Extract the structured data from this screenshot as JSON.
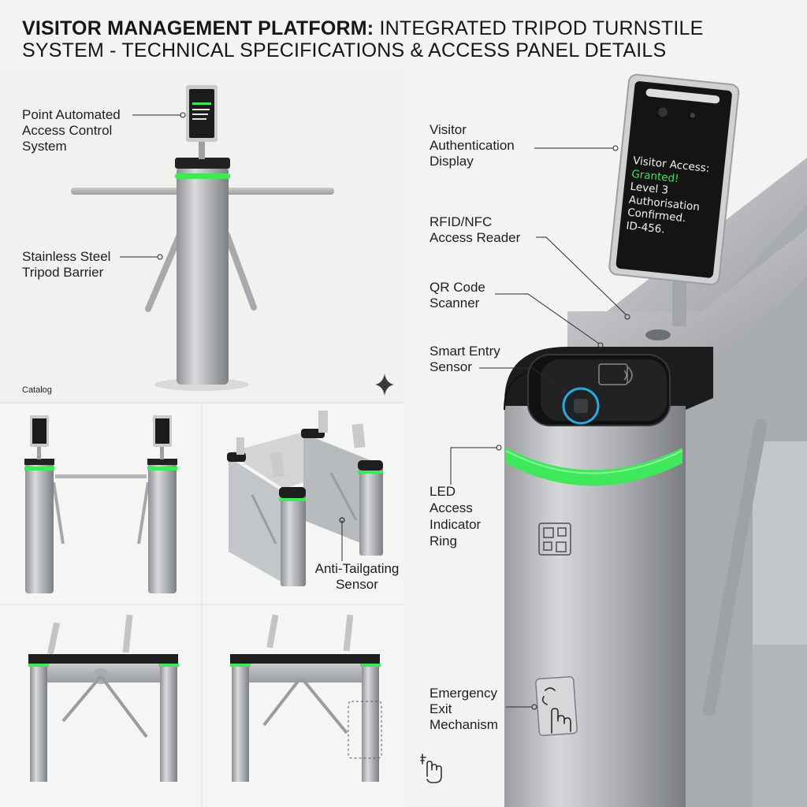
{
  "title": {
    "bold": "VISITOR MANAGEMENT PLATFORM:",
    "rest": " INTEGRATED TRIPOD TURNSTILE",
    "line2": "SYSTEM - TECHNICAL SPECIFICATIONS & ACCESS PANEL DETAILS"
  },
  "labels": {
    "point_automated": [
      "Point Automated",
      "Access Control",
      "System"
    ],
    "stainless": [
      "Stainless Steel",
      "Tripod Barrier"
    ],
    "catalog": "Catalog",
    "anti_tailgating": [
      "Anti-Tailgating",
      "Sensor"
    ],
    "visitor_auth": [
      "Visitor",
      "Authentication",
      "Display"
    ],
    "rfid": [
      "RFID/NFC",
      "Access Reader"
    ],
    "qr": [
      "QR Code",
      "Scanner"
    ],
    "smart_entry": [
      "Smart Entry",
      "Sensor"
    ],
    "led": [
      "LED",
      "Access",
      "Indicator",
      "Ring"
    ],
    "emergency": [
      "Emergency",
      "Exit",
      "Mechanism"
    ]
  },
  "display": {
    "line1": "Visitor Access:",
    "status": "Granted!",
    "line3": "Level 3",
    "line4": "Authorisation",
    "line5": "Confirmed.",
    "line6": "ID-456."
  },
  "colors": {
    "led_green": "#3ee85a",
    "steel": "#b7babd",
    "panel_black": "#1a1a1a",
    "background": "#f3f3f2"
  },
  "icons": [
    "sparkle-icon",
    "hand-touch-icon",
    "rfid-card-icon",
    "qr-icon"
  ]
}
